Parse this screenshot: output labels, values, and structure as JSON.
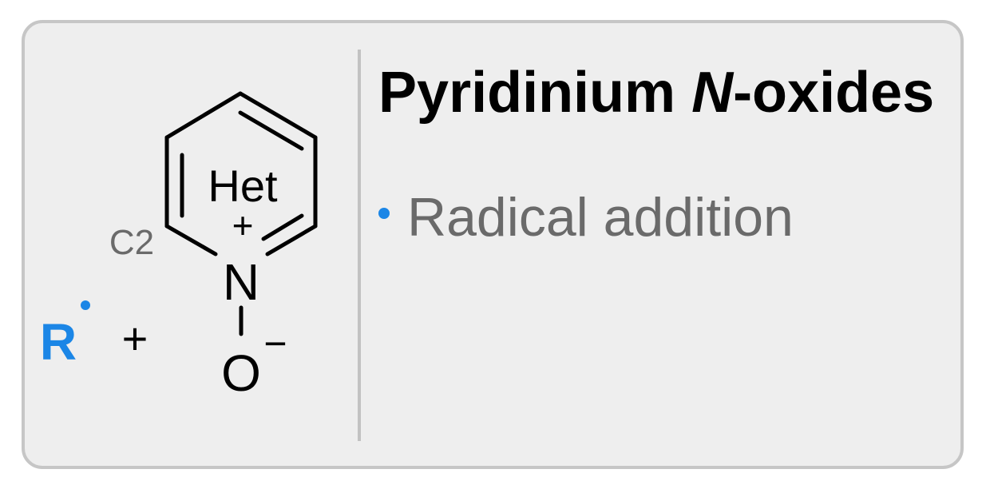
{
  "title": {
    "part1": "Pyridinium ",
    "part2": "N",
    "part3": "-oxides"
  },
  "bullets": [
    {
      "text": "Radical addition"
    }
  ],
  "scheme": {
    "radical_label": "R",
    "plus": "+",
    "ring_label": "Het",
    "ring_charge": "+",
    "nitrogen": "N",
    "oxygen": "O",
    "oxygen_charge": "−",
    "position_label": "C2"
  },
  "colors": {
    "accent": "#1b86e6",
    "card_bg": "#eeeeee",
    "card_border": "#c6c6c6",
    "text_gray": "#6a6a6a"
  }
}
